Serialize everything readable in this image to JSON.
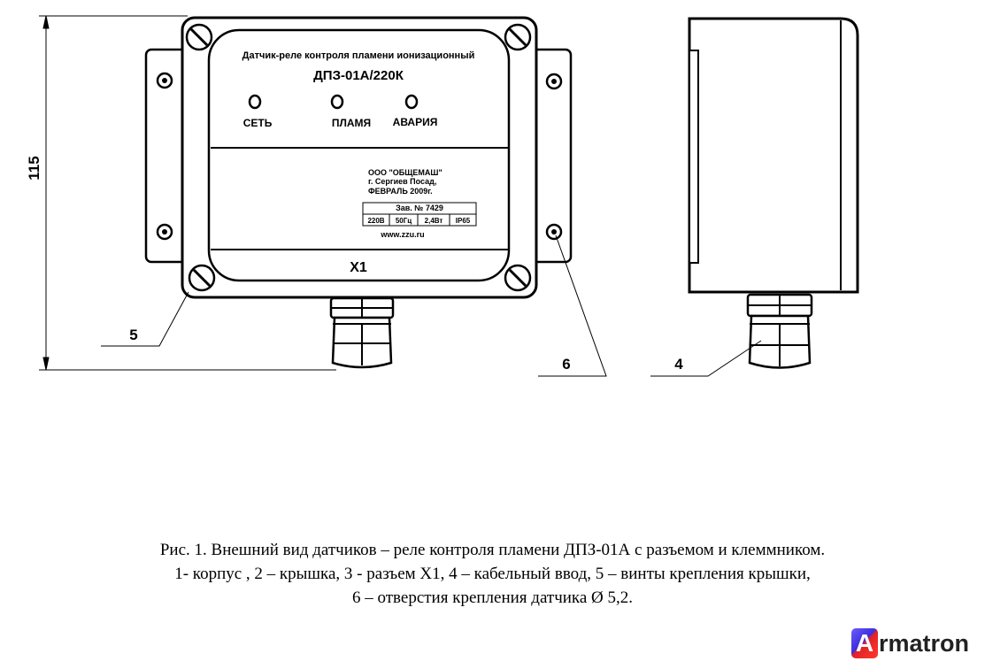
{
  "drawing": {
    "dimension_value": "115",
    "panel_title": "Датчик-реле контроля пламени ионизационный",
    "panel_model": "ДПЗ-01А/220К",
    "indicators": [
      {
        "label": "СЕТЬ"
      },
      {
        "label": "ПЛАМЯ"
      },
      {
        "label": "АВАРИЯ"
      }
    ],
    "maker_lines": [
      "ООО \"ОБЩЕМАШ\"",
      "г. Сергиев Посад,",
      "ФЕВРАЛЬ  2009г."
    ],
    "serial": "Зав. № 7429",
    "specs": [
      "220В",
      "50Гц",
      "2,4Вт",
      "IP65"
    ],
    "website": "www.zzu.ru",
    "connector_label": "X1",
    "callouts": {
      "screws": "5",
      "holes": "6",
      "cable_entry": "4"
    }
  },
  "caption": {
    "line1": "Рис. 1.  Внешний  вид  датчиков – реле  контроля  пламени  ДПЗ-01А с разъемом и клеммником.",
    "line2": "1- корпус , 2 – крышка, 3 -  разъем X1, 4 – кабельный  ввод,  5 – винты крепления крышки,",
    "line3": "6 – отверстия  крепления датчика  Ø 5,2."
  },
  "logo": {
    "letter": "A",
    "rest": "rmatron"
  }
}
